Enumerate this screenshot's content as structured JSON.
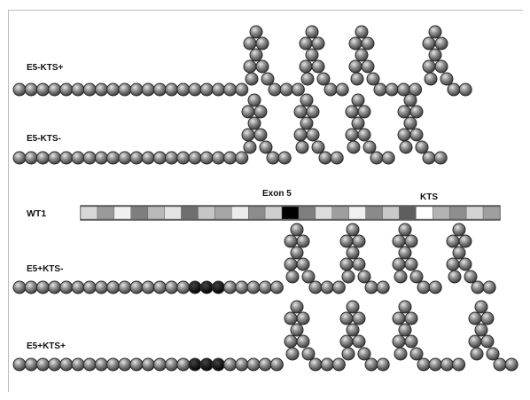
{
  "diagram": {
    "labels": {
      "e5_kts_plus_minus_1": "E5-KTS+",
      "e5_kts_minus": "E5-KTS-",
      "wt1": "WT1",
      "exon5": "Exon 5",
      "kts": "KTS",
      "e5plus_kts_minus": "E5+KTS-",
      "e5plus_kts_plus": "E5+KTS+"
    },
    "colors": {
      "residue_gray": "#7d7d7d",
      "residue_outline": "#2a2a2a",
      "exon5_residue": "#000000",
      "kts_residue": "#ffffff",
      "gene_bar_outline": "#222222"
    },
    "isoforms": [
      {
        "label": "E5-KTS+",
        "exon5_inserted": false,
        "kts_inserted": true
      },
      {
        "label": "E5-KTS-",
        "exon5_inserted": false,
        "kts_inserted": false
      },
      {
        "label": "E5+KTS-",
        "exon5_inserted": true,
        "kts_inserted": false
      },
      {
        "label": "E5+KTS+",
        "exon5_inserted": true,
        "kts_inserted": true
      }
    ]
  }
}
